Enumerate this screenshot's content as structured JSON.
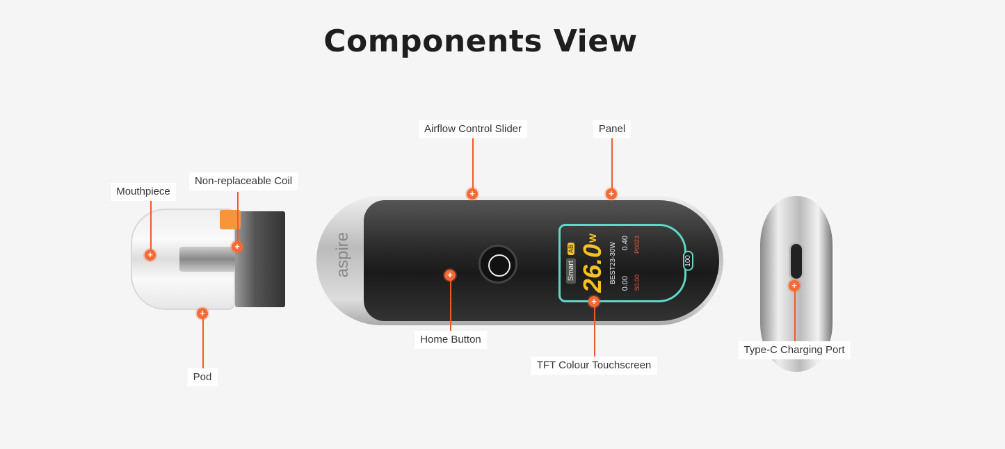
{
  "title": "Components View",
  "labels": {
    "airflow": "Airflow Control Slider",
    "panel": "Panel",
    "mouthpiece": "Mouthpiece",
    "coil": "Non-replaceable Coil",
    "pod": "Pod",
    "home": "Home Button",
    "screen": "TFT Colour Touchscreen",
    "port": "Type-C Charging Port"
  },
  "hotspot_symbol": "+",
  "device": {
    "brand": "aspire",
    "screen": {
      "mode": "Smart",
      "mode_badge": "AB",
      "wattage": "26.0",
      "unit": "W",
      "range": "BEST23-30W",
      "voltage": "0.00",
      "resistance": "0.40",
      "session": "S0.00",
      "puffs": "P0023",
      "battery": "100"
    }
  },
  "accent_color": "#f05a28"
}
